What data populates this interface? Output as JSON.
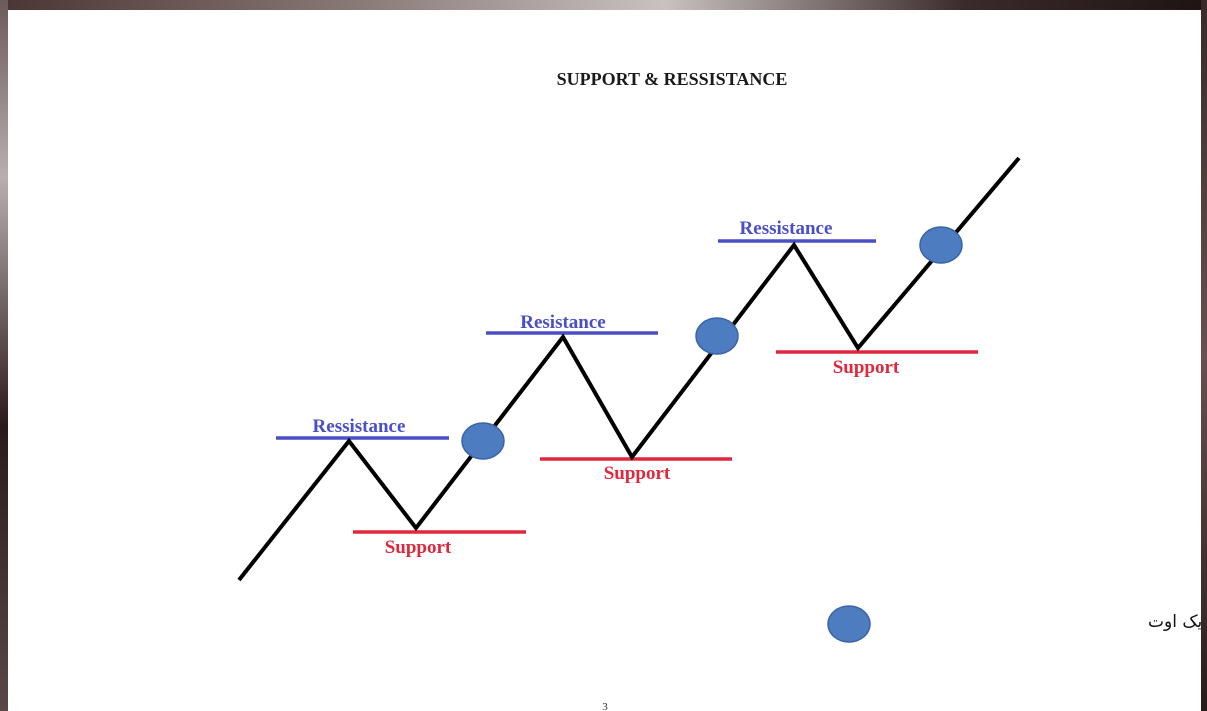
{
  "title": "SUPPORT & RESSISTANCE",
  "colors": {
    "resistance": "#4a4fc8",
    "support": "#e0283c",
    "price_line": "#000000",
    "breakout_marker": "#4d7cc0"
  },
  "resistance_labels": [
    "Ressistance",
    "Resistance",
    "Ressistance"
  ],
  "support_labels": [
    "Support",
    "Support",
    "Support"
  ],
  "legend": {
    "marker": "breakout-circle-icon",
    "text": "ناحیه ی شکست یا بریک اوت"
  },
  "page_number": "3"
}
